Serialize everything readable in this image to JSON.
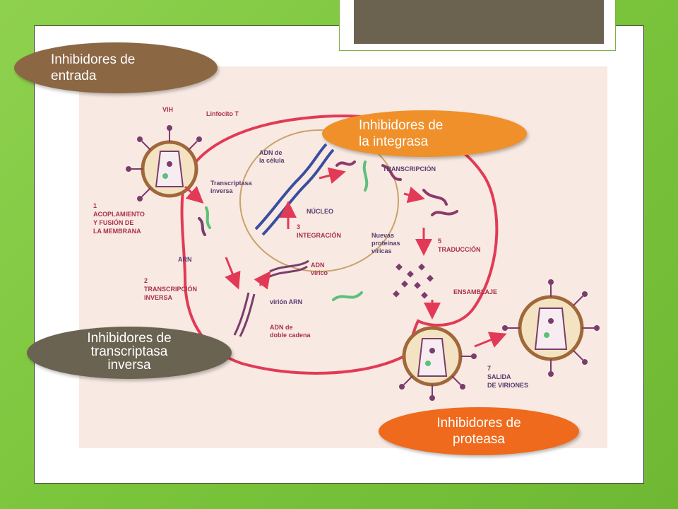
{
  "bubbles": {
    "entry": [
      "Inhibidores de",
      "entrada"
    ],
    "integrase": [
      "Inhibidores de",
      "la integrasa"
    ],
    "reverse_transcriptase": [
      "Inhibidores de",
      "transcriptasa",
      "inversa"
    ],
    "protease": [
      "Inhibidores de",
      "proteasa"
    ]
  },
  "diagram": {
    "vih": "VIH",
    "linfocito": "Linfocito T",
    "adn_celula": [
      "ADN de",
      "la célula"
    ],
    "transcripcion": "TRANSCRIPCIÓN",
    "transcriptasa": [
      "Transcriptasa",
      "inversa"
    ],
    "nucleo": "NÚCLEO",
    "integracion": [
      "3",
      "INTEGRACIÓN"
    ],
    "step1": [
      "1",
      "ACOPLAMIENTO",
      "Y FUSIÓN DE",
      "LA MEMBRANA"
    ],
    "arn": "ARN",
    "nuevas": [
      "Nuevas",
      "proteínas",
      "víricas"
    ],
    "traduccion": [
      "5",
      "TRADUCCIÓN"
    ],
    "adn_virico": [
      "ADN",
      "vírico"
    ],
    "step2": [
      "2",
      "TRANSCRIPCIÓN",
      "INVERSA"
    ],
    "virion_arn": "virión ARN",
    "ensamblaje": "ENSAMBLAJE",
    "adn_doble": [
      "ADN de",
      "doble cadena"
    ],
    "salida": [
      "7",
      "SALIDA",
      "DE VIRIONES"
    ]
  },
  "colors": {
    "entry": "#8c6744",
    "integrase": "#f0902a",
    "reverse_transcriptase": "#6a6351",
    "protease": "#ef6a1d",
    "title_box": "#6b6350"
  }
}
